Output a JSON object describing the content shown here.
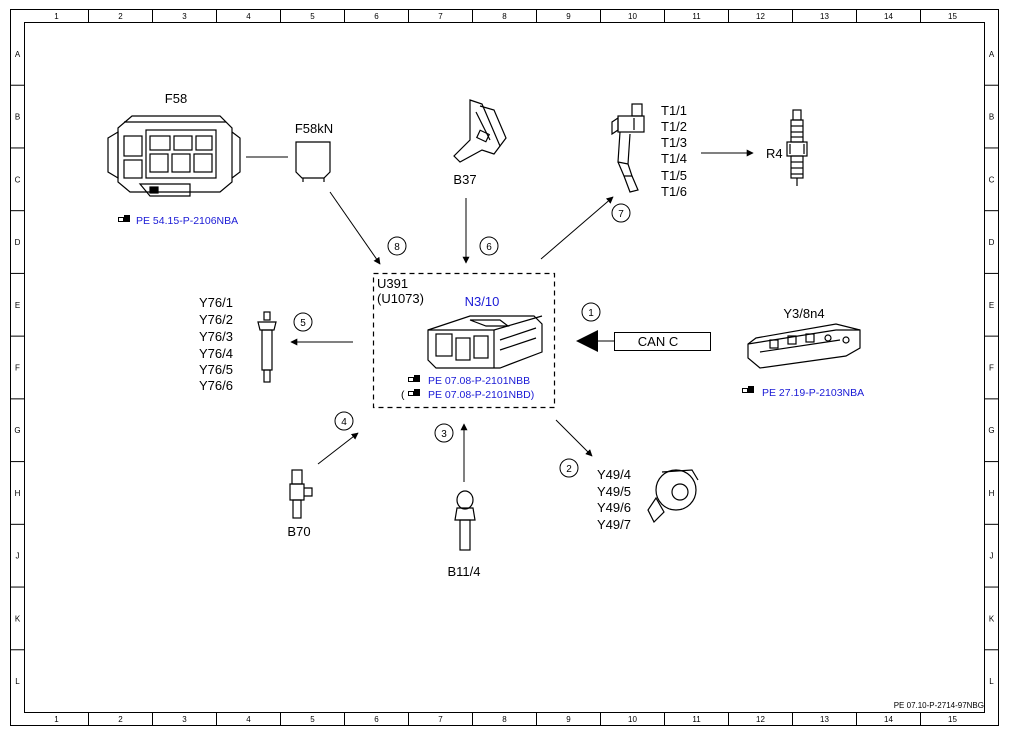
{
  "grid": {
    "columns": [
      "1",
      "2",
      "3",
      "4",
      "5",
      "6",
      "7",
      "8",
      "9",
      "10",
      "11",
      "12",
      "13",
      "14",
      "15"
    ],
    "rows": [
      "A",
      "B",
      "C",
      "D",
      "E",
      "F",
      "G",
      "H",
      "J",
      "K",
      "L"
    ]
  },
  "components": {
    "f58": "F58",
    "f58kn": "F58kN",
    "b37": "B37",
    "t1": [
      "T1/1",
      "T1/2",
      "T1/3",
      "T1/4",
      "T1/5",
      "T1/6"
    ],
    "r4": "R4",
    "u391": "U391",
    "u1073": "(U1073)",
    "n3_10": "N3/10",
    "y76": [
      "Y76/1",
      "Y76/2",
      "Y76/3",
      "Y76/4",
      "Y76/5",
      "Y76/6"
    ],
    "y3_8n4": "Y3/8n4",
    "can_c": "CAN C",
    "b70": "B70",
    "b11_4": "B11/4",
    "y49": [
      "Y49/4",
      "Y49/5",
      "Y49/6",
      "Y49/7"
    ]
  },
  "refs": {
    "f58": "PE 54.15-P-2106NBA",
    "n3_10_a": "PE 07.08-P-2101NBB",
    "n3_10_b_open": "(",
    "n3_10_b": "PE 07.08-P-2101NBD)",
    "y3_8n4": "PE 27.19-P-2103NBA"
  },
  "markers": [
    "1",
    "2",
    "3",
    "4",
    "5",
    "6",
    "7",
    "8"
  ],
  "footer": "PE 07.10-P-2714-97NBG",
  "colors": {
    "line": "#000000",
    "ref_text": "#1a1ad6"
  }
}
